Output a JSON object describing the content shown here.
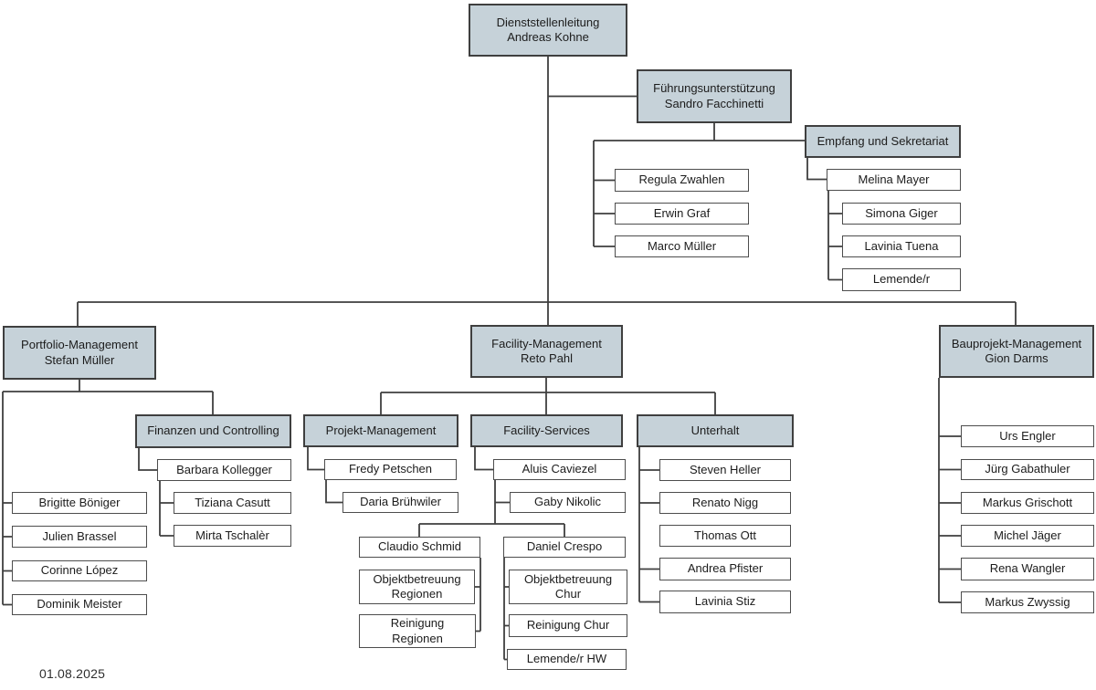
{
  "date_label": "01.08.2025",
  "colors": {
    "header_fill": "#c6d2d9",
    "leaf_fill": "#ffffff",
    "box_border": "#404040",
    "connector_line": "#3f3f3f",
    "text": "#1c1c1c"
  },
  "org": {
    "type": "org-chart",
    "nodes": [
      {
        "id": "dienststellenleitung",
        "kind": "unit",
        "parent": null,
        "lines": [
          "Dienststellenleitung",
          "Andreas Kohne"
        ]
      },
      {
        "id": "fuehrungsunterstuetzung",
        "kind": "unit",
        "parent": "dienststellenleitung",
        "lines": [
          "Führungsunterstützung",
          "Sandro Facchinetti"
        ]
      },
      {
        "id": "regula",
        "kind": "person",
        "parent": "fuehrungsunterstuetzung",
        "lines": [
          "Regula Zwahlen"
        ]
      },
      {
        "id": "erwin",
        "kind": "person",
        "parent": "fuehrungsunterstuetzung",
        "lines": [
          "Erwin Graf"
        ]
      },
      {
        "id": "marco",
        "kind": "person",
        "parent": "fuehrungsunterstuetzung",
        "lines": [
          "Marco Müller"
        ]
      },
      {
        "id": "empfang",
        "kind": "unit",
        "parent": "fuehrungsunterstuetzung",
        "lines": [
          "Empfang und Sekretariat"
        ]
      },
      {
        "id": "melina",
        "kind": "person",
        "parent": "empfang",
        "lines": [
          "Melina Mayer"
        ]
      },
      {
        "id": "simona",
        "kind": "person",
        "parent": "empfang",
        "lines": [
          "Simona Giger"
        ]
      },
      {
        "id": "lavinia_tuena",
        "kind": "person",
        "parent": "empfang",
        "lines": [
          "Lavinia Tuena"
        ]
      },
      {
        "id": "lemende",
        "kind": "person",
        "parent": "empfang",
        "lines": [
          "Lemende/r"
        ]
      },
      {
        "id": "portfolio",
        "kind": "unit",
        "parent": "dienststellenleitung",
        "lines": [
          "Portfolio-Management",
          "Stefan Müller"
        ]
      },
      {
        "id": "brigitte",
        "kind": "person",
        "parent": "portfolio",
        "lines": [
          "Brigitte Böniger"
        ]
      },
      {
        "id": "julien",
        "kind": "person",
        "parent": "portfolio",
        "lines": [
          "Julien Brassel"
        ]
      },
      {
        "id": "corinne",
        "kind": "person",
        "parent": "portfolio",
        "lines": [
          "Corinne López"
        ]
      },
      {
        "id": "dominik",
        "kind": "person",
        "parent": "portfolio",
        "lines": [
          "Dominik Meister"
        ]
      },
      {
        "id": "finanzen",
        "kind": "unit",
        "parent": "portfolio",
        "lines": [
          "Finanzen und Controlling"
        ]
      },
      {
        "id": "barbara",
        "kind": "person",
        "parent": "finanzen",
        "lines": [
          "Barbara Kollegger"
        ]
      },
      {
        "id": "tiziana",
        "kind": "person",
        "parent": "finanzen",
        "lines": [
          "Tiziana Casutt"
        ]
      },
      {
        "id": "mirta",
        "kind": "person",
        "parent": "finanzen",
        "lines": [
          "Mirta Tschalèr"
        ]
      },
      {
        "id": "facility_mgmt",
        "kind": "unit",
        "parent": "dienststellenleitung",
        "lines": [
          "Facility-Management",
          "Reto Pahl"
        ]
      },
      {
        "id": "projekt_mgmt",
        "kind": "unit",
        "parent": "facility_mgmt",
        "lines": [
          "Projekt-Management"
        ]
      },
      {
        "id": "fredy",
        "kind": "person",
        "parent": "projekt_mgmt",
        "lines": [
          "Fredy Petschen"
        ]
      },
      {
        "id": "daria",
        "kind": "person",
        "parent": "projekt_mgmt",
        "lines": [
          "Daria Brühwiler"
        ]
      },
      {
        "id": "facility_services",
        "kind": "unit",
        "parent": "facility_mgmt",
        "lines": [
          "Facility-Services"
        ]
      },
      {
        "id": "aluis",
        "kind": "person",
        "parent": "facility_services",
        "lines": [
          "Aluis Caviezel"
        ]
      },
      {
        "id": "gaby",
        "kind": "person",
        "parent": "facility_services",
        "lines": [
          "Gaby Nikolic"
        ]
      },
      {
        "id": "claudio",
        "kind": "person",
        "parent": "facility_services",
        "lines": [
          "Claudio Schmid"
        ]
      },
      {
        "id": "obj_regionen",
        "kind": "person",
        "parent": "claudio",
        "lines": [
          "Objektbetreuung",
          "Regionen"
        ]
      },
      {
        "id": "rein_regionen",
        "kind": "person",
        "parent": "claudio",
        "lines": [
          "Reinigung",
          "Regionen"
        ]
      },
      {
        "id": "daniel",
        "kind": "person",
        "parent": "facility_services",
        "lines": [
          "Daniel Crespo"
        ]
      },
      {
        "id": "obj_chur",
        "kind": "person",
        "parent": "daniel",
        "lines": [
          "Objektbetreuung",
          "Chur"
        ]
      },
      {
        "id": "rein_chur",
        "kind": "person",
        "parent": "daniel",
        "lines": [
          "Reinigung Chur"
        ]
      },
      {
        "id": "lemende_hw",
        "kind": "person",
        "parent": "daniel",
        "lines": [
          "Lemende/r HW"
        ]
      },
      {
        "id": "unterhalt",
        "kind": "unit",
        "parent": "facility_mgmt",
        "lines": [
          "Unterhalt"
        ]
      },
      {
        "id": "steven",
        "kind": "person",
        "parent": "unterhalt",
        "lines": [
          "Steven Heller"
        ]
      },
      {
        "id": "renato",
        "kind": "person",
        "parent": "unterhalt",
        "lines": [
          "Renato Nigg"
        ]
      },
      {
        "id": "thomas",
        "kind": "person",
        "parent": "unterhalt",
        "lines": [
          "Thomas Ott"
        ]
      },
      {
        "id": "andrea",
        "kind": "person",
        "parent": "unterhalt",
        "lines": [
          "Andrea Pfister"
        ]
      },
      {
        "id": "lavinia_stiz",
        "kind": "person",
        "parent": "unterhalt",
        "lines": [
          "Lavinia Stiz"
        ]
      },
      {
        "id": "bauprojekt",
        "kind": "unit",
        "parent": "dienststellenleitung",
        "lines": [
          "Bauprojekt-Management",
          "Gion Darms"
        ]
      },
      {
        "id": "urs",
        "kind": "person",
        "parent": "bauprojekt",
        "lines": [
          "Urs Engler"
        ]
      },
      {
        "id": "juerg",
        "kind": "person",
        "parent": "bauprojekt",
        "lines": [
          "Jürg Gabathuler"
        ]
      },
      {
        "id": "markus_grischott",
        "kind": "person",
        "parent": "bauprojekt",
        "lines": [
          "Markus Grischott"
        ]
      },
      {
        "id": "michel",
        "kind": "person",
        "parent": "bauprojekt",
        "lines": [
          "Michel Jäger"
        ]
      },
      {
        "id": "rena",
        "kind": "person",
        "parent": "bauprojekt",
        "lines": [
          "Rena Wangler"
        ]
      },
      {
        "id": "markus_zwyssig",
        "kind": "person",
        "parent": "bauprojekt",
        "lines": [
          "Markus Zwyssig"
        ]
      }
    ]
  }
}
